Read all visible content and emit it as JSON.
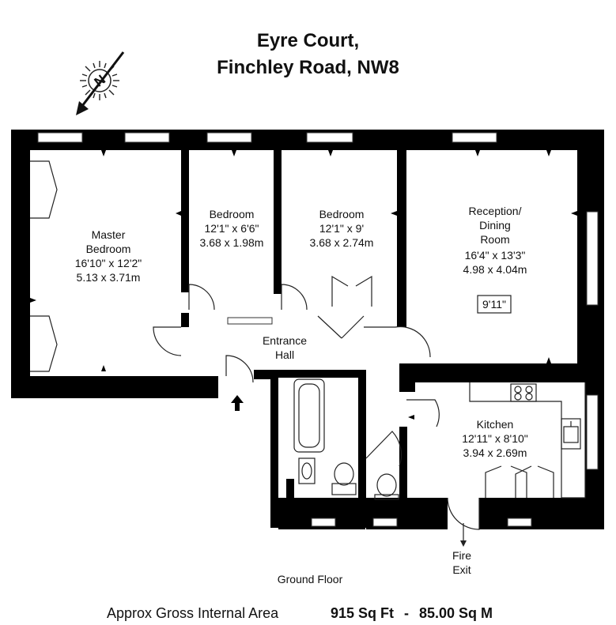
{
  "title": {
    "line1": "Eyre Court,",
    "line2": "Finchley Road, NW8"
  },
  "compass": {
    "letter": "N",
    "icon": "north-compass-icon"
  },
  "rooms": {
    "master": {
      "name1": "Master",
      "name2": "Bedroom",
      "imperial": "16'10\" x 12'2\"",
      "metric": "5.13 x 3.71m"
    },
    "bedroom1": {
      "name": "Bedroom",
      "imperial": "12'1\" x 6'6\"",
      "metric": "3.68 x 1.98m"
    },
    "bedroom2": {
      "name": "Bedroom",
      "imperial": "12'1\" x 9'",
      "metric": "3.68 x 2.74m"
    },
    "reception": {
      "name1": "Reception/",
      "name2": "Dining",
      "name3": "Room",
      "imperial": "16'4\" x 13'3\"",
      "metric": "4.98 x 4.04m",
      "box": "9'11\""
    },
    "hall": {
      "name1": "Entrance",
      "name2": "Hall"
    },
    "kitchen": {
      "name": "Kitchen",
      "imperial": "12'11\" x 8'10\"",
      "metric": "3.94 x 2.69m"
    },
    "fire_exit": {
      "line1": "Fire",
      "line2": "Exit"
    }
  },
  "floor_label": "Ground Floor",
  "area": {
    "label": "Approx Gross Internal Area",
    "sqft": "915 Sq Ft",
    "sep": "-",
    "sqm": "85.00 Sq M"
  },
  "colors": {
    "wall": "#000000",
    "line": "#222222",
    "background": "#ffffff"
  }
}
